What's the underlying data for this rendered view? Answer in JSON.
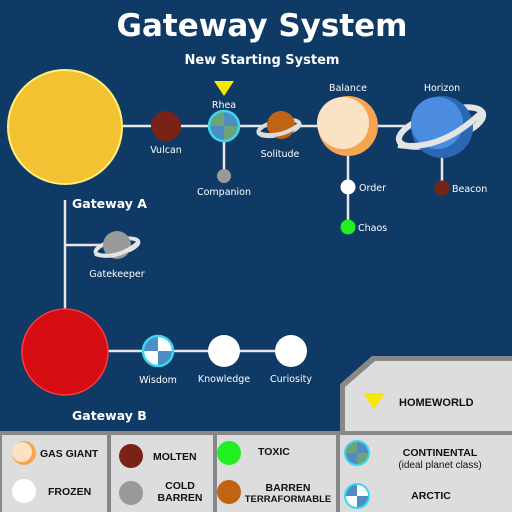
{
  "title": "Gateway System",
  "subtitle": "New Starting System",
  "stars": {
    "a": "Gateway A",
    "b": "Gateway B"
  },
  "bodies": {
    "vulcan": "Vulcan",
    "rhea": "Rhea",
    "companion": "Companion",
    "solitude": "Solitude",
    "balance": "Balance",
    "order": "Order",
    "chaos": "Chaos",
    "horizon": "Horizon",
    "beacon": "Beacon",
    "gatekeeper": "Gatekeeper",
    "wisdom": "Wisdom",
    "knowledge": "Knowledge",
    "curiosity": "Curiosity"
  },
  "homeworld_label": "HOMEWORLD",
  "legend": {
    "gas_giant": "GAS GIANT",
    "frozen": "FROZEN",
    "molten": "MOLTEN",
    "cold_barren_1": "COLD",
    "cold_barren_2": "BARREN",
    "toxic": "TOXIC",
    "barren_terra_1": "BARREN",
    "barren_terra_2": "TERRAFORMABLE",
    "continental": "CONTINENTAL",
    "continental_note": "(ideal planet class)",
    "arctic": "ARCTIC"
  },
  "colors": {
    "background": "#0f3a66",
    "star": "#f2c232",
    "red_star": "#d50c12",
    "molten": "#7a2216",
    "toxic": "#22ee22",
    "barren_terraformable": "#c06414",
    "cold_barren": "#999999",
    "frozen": "#ffffff",
    "gas_giant": "#f6d8b8",
    "continental_green": "#6ea278",
    "continental_blue": "#4d8dc4",
    "homeworld_marker": "#f7e800",
    "legend_bg": "#dddddd"
  }
}
